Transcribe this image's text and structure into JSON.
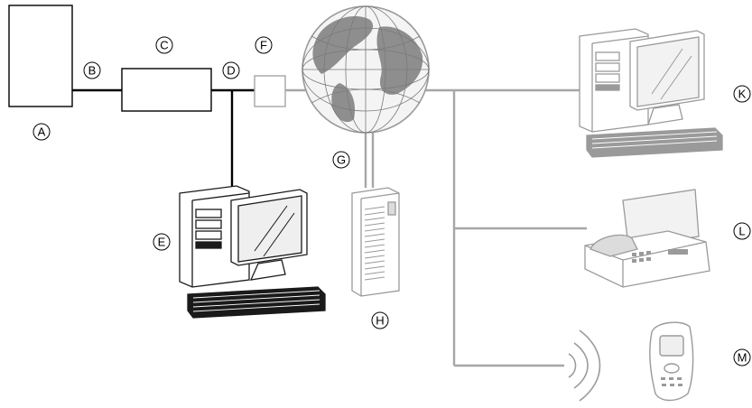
{
  "labels": {
    "a": "A",
    "b": "B",
    "c": "C",
    "d": "D",
    "e": "E",
    "f": "F",
    "g": "G",
    "h": "H",
    "k": "K",
    "l": "L",
    "m": "M"
  },
  "colors": {
    "wire_dark": "#000000",
    "wire_light": "#a6a6a6",
    "device_dark": "#1a1a1a",
    "device_light": "#9a9a9a"
  },
  "icons": {
    "a": "controller-box",
    "c": "communication-module-box",
    "e": "desktop-computer-icon",
    "f": "router-box",
    "globe": "globe-internet-icon",
    "h": "server-tower-icon",
    "k": "desktop-computer-icon",
    "l": "fax-machine-icon",
    "m": "mobile-phone-icon"
  }
}
